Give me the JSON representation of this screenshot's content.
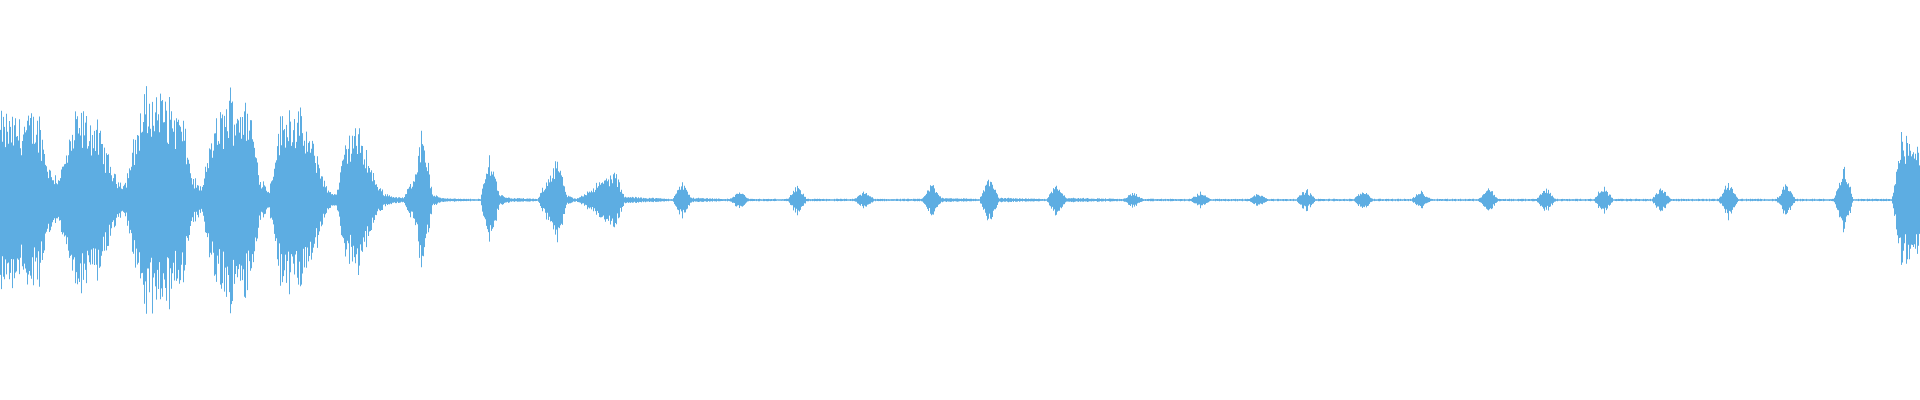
{
  "waveform": {
    "color": "#5dade2",
    "background": "#ffffff",
    "envelope": [
      [
        0.0,
        0.72
      ],
      [
        0.01,
        0.7
      ],
      [
        0.02,
        0.74
      ],
      [
        0.025,
        0.3
      ],
      [
        0.03,
        0.2
      ],
      [
        0.035,
        0.45
      ],
      [
        0.04,
        0.76
      ],
      [
        0.05,
        0.66
      ],
      [
        0.06,
        0.2
      ],
      [
        0.065,
        0.15
      ],
      [
        0.07,
        0.55
      ],
      [
        0.075,
        0.9
      ],
      [
        0.085,
        0.92
      ],
      [
        0.095,
        0.7
      ],
      [
        0.1,
        0.2
      ],
      [
        0.105,
        0.1
      ],
      [
        0.11,
        0.58
      ],
      [
        0.12,
        0.92
      ],
      [
        0.13,
        0.8
      ],
      [
        0.135,
        0.22
      ],
      [
        0.14,
        0.08
      ],
      [
        0.145,
        0.65
      ],
      [
        0.15,
        0.82
      ],
      [
        0.155,
        0.76
      ],
      [
        0.165,
        0.4
      ],
      [
        0.17,
        0.1
      ],
      [
        0.175,
        0.05
      ],
      [
        0.18,
        0.52
      ],
      [
        0.185,
        0.64
      ],
      [
        0.19,
        0.46
      ],
      [
        0.195,
        0.18
      ],
      [
        0.2,
        0.06
      ],
      [
        0.205,
        0.03
      ],
      [
        0.21,
        0.02
      ],
      [
        0.215,
        0.2
      ],
      [
        0.22,
        0.66
      ],
      [
        0.225,
        0.05
      ],
      [
        0.23,
        0.02
      ],
      [
        0.24,
        0.01
      ],
      [
        0.25,
        0.01
      ],
      [
        0.255,
        0.42
      ],
      [
        0.26,
        0.05
      ],
      [
        0.265,
        0.02
      ],
      [
        0.28,
        0.01
      ],
      [
        0.29,
        0.38
      ],
      [
        0.295,
        0.04
      ],
      [
        0.3,
        0.01
      ],
      [
        0.32,
        0.25
      ],
      [
        0.325,
        0.03
      ],
      [
        0.35,
        0.01
      ],
      [
        0.355,
        0.16
      ],
      [
        0.36,
        0.02
      ],
      [
        0.38,
        0.01
      ],
      [
        0.385,
        0.08
      ],
      [
        0.39,
        0.01
      ],
      [
        0.41,
        0.01
      ],
      [
        0.415,
        0.13
      ],
      [
        0.42,
        0.01
      ],
      [
        0.445,
        0.01
      ],
      [
        0.45,
        0.08
      ],
      [
        0.455,
        0.01
      ],
      [
        0.48,
        0.01
      ],
      [
        0.485,
        0.15
      ],
      [
        0.49,
        0.02
      ],
      [
        0.51,
        0.01
      ],
      [
        0.515,
        0.21
      ],
      [
        0.52,
        0.02
      ],
      [
        0.545,
        0.01
      ],
      [
        0.55,
        0.16
      ],
      [
        0.555,
        0.02
      ],
      [
        0.585,
        0.01
      ],
      [
        0.59,
        0.07
      ],
      [
        0.595,
        0.01
      ],
      [
        0.62,
        0.01
      ],
      [
        0.625,
        0.07
      ],
      [
        0.63,
        0.01
      ],
      [
        0.65,
        0.01
      ],
      [
        0.655,
        0.06
      ],
      [
        0.66,
        0.01
      ],
      [
        0.675,
        0.01
      ],
      [
        0.68,
        0.1
      ],
      [
        0.685,
        0.01
      ],
      [
        0.705,
        0.01
      ],
      [
        0.71,
        0.09
      ],
      [
        0.715,
        0.01
      ],
      [
        0.735,
        0.01
      ],
      [
        0.74,
        0.08
      ],
      [
        0.745,
        0.01
      ],
      [
        0.77,
        0.01
      ],
      [
        0.775,
        0.12
      ],
      [
        0.78,
        0.01
      ],
      [
        0.8,
        0.01
      ],
      [
        0.805,
        0.11
      ],
      [
        0.81,
        0.01
      ],
      [
        0.83,
        0.01
      ],
      [
        0.835,
        0.13
      ],
      [
        0.84,
        0.01
      ],
      [
        0.86,
        0.01
      ],
      [
        0.865,
        0.12
      ],
      [
        0.87,
        0.01
      ],
      [
        0.895,
        0.01
      ],
      [
        0.9,
        0.17
      ],
      [
        0.905,
        0.01
      ],
      [
        0.925,
        0.01
      ],
      [
        0.93,
        0.14
      ],
      [
        0.935,
        0.01
      ],
      [
        0.955,
        0.01
      ],
      [
        0.96,
        0.34
      ],
      [
        0.965,
        0.01
      ],
      [
        0.985,
        0.01
      ],
      [
        0.99,
        0.55
      ],
      [
        0.995,
        0.5
      ],
      [
        1.0,
        0.52
      ]
    ]
  }
}
